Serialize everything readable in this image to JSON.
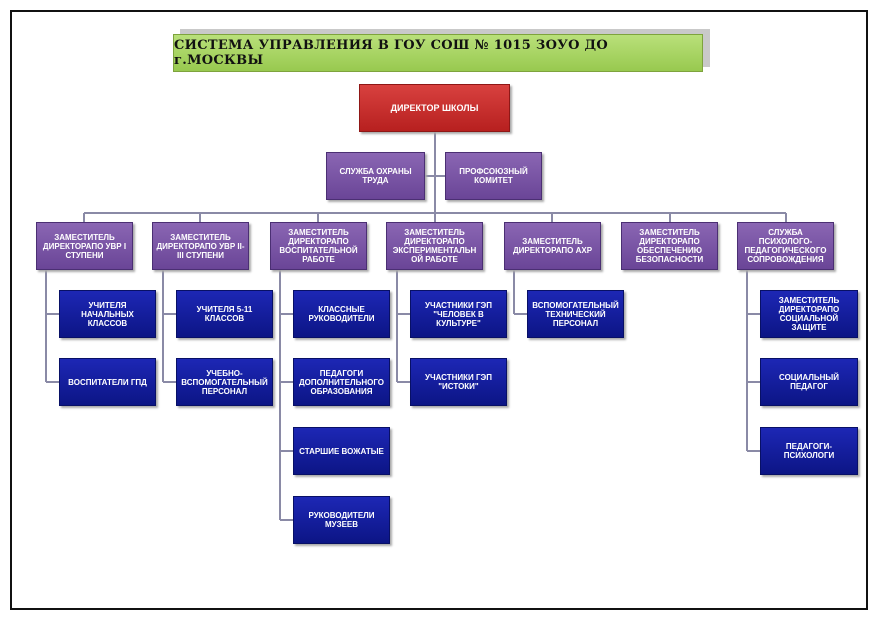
{
  "title": "СИСТЕМА УПРАВЛЕНИЯ В ГОУ СОШ № 1015 ЗОУО ДО г.МОСКВЫ",
  "director": "ДИРЕКТОР ШКОЛЫ",
  "services": [
    "СЛУЖБА ОХРАНЫ ТРУДА",
    "ПРОФСОЮЗНЫЙ КОМИТЕТ"
  ],
  "deputies": [
    "ЗАМЕСТИТЕЛЬ ДИРЕКТОРАПО УВР I СТУПЕНИ",
    "ЗАМЕСТИТЕЛЬ ДИРЕКТОРАПО УВР II-III СТУПЕНИ",
    "ЗАМЕСТИТЕЛЬ ДИРЕКТОРАПО ВОСПИТАТЕЛЬНОЙ РАБОТЕ",
    "ЗАМЕСТИТЕЛЬ ДИРЕКТОРАПО ЭКСПЕРИМЕНТАЛЬНОЙ РАБОТЕ",
    "ЗАМЕСТИТЕЛЬ ДИРЕКТОРАПО АХР",
    "ЗАМЕСТИТЕЛЬ ДИРЕКТОРАПО ОБЕСПЕЧЕНИЮ БЕЗОПАСНОСТИ",
    "СЛУЖБА ПСИХОЛОГО-ПЕДАГОГИЧЕСКОГО СОПРОВОЖДЕНИЯ"
  ],
  "subordinates": [
    [
      "УЧИТЕЛЯ НАЧАЛЬНЫХ КЛАССОВ",
      "ВОСПИТАТЕЛИ ГПД"
    ],
    [
      "УЧИТЕЛЯ 5-11 КЛАССОВ",
      "УЧЕБНО-ВСПОМОГАТЕЛЬНЫЙ ПЕРСОНАЛ"
    ],
    [
      "КЛАССНЫЕ РУКОВОДИТЕЛИ",
      "ПЕДАГОГИ ДОПОЛНИТЕЛЬНОГО ОБРАЗОВАНИЯ",
      "СТАРШИЕ ВОЖАТЫЕ",
      "РУКОВОДИТЕЛИ МУЗЕЕВ"
    ],
    [
      "УЧАСТНИКИ ГЭП \"ЧЕЛОВЕК В КУЛЬТУРЕ\"",
      "УЧАСТНИКИ ГЭП \"ИСТОКИ\""
    ],
    [
      "ВСПОМОГАТЕЛЬНЫЙ ТЕХНИЧЕСКИЙ ПЕРСОНАЛ"
    ],
    [],
    [
      "ЗАМЕСТИТЕЛЬ ДИРЕКТОРАПО СОЦИАЛЬНОЙ ЗАЩИТЕ",
      "СОЦИАЛЬНЫЙ ПЕДАГОГ",
      "ПЕДАГОГИ-ПСИХОЛОГИ"
    ]
  ],
  "colors": {
    "title_bg": "#a6d15f",
    "director_bg": "#c8302e",
    "deputy_bg": "#7a55a6",
    "subordinate_bg": "#131d9e",
    "connector": "#8a8aa6"
  }
}
